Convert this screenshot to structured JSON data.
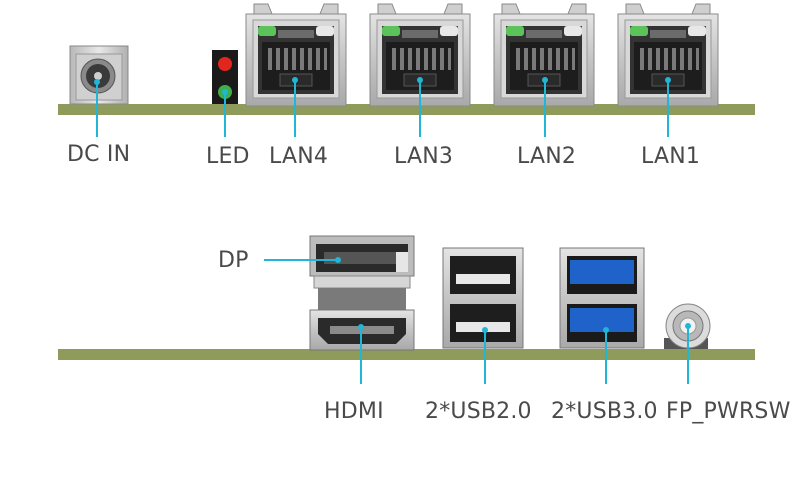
{
  "colors": {
    "board": "#8e9b5a",
    "leader": "#1fb6d8",
    "text": "#4a4a4a",
    "metal": "#c9c9c9",
    "usb3_blue": "#1f62c9",
    "led_red": "#e0261e",
    "led_green": "#3fae49"
  },
  "labels": {
    "dc_in": "DC IN",
    "led": "LED",
    "lan4": "LAN4",
    "lan3": "LAN3",
    "lan2": "LAN2",
    "lan1": "LAN1",
    "dp": "DP",
    "hdmi": "HDMI",
    "usb20": "2*USB2.0",
    "usb30": "2*USB3.0",
    "fp_pwrsw": "FP_PWRSW"
  },
  "icons": {
    "dc_jack": "dc-power-jack-icon",
    "led": "status-led-icon",
    "rj45": "rj45-lan-port-icon",
    "displayport": "displayport-connector-icon",
    "hdmi": "hdmi-connector-icon",
    "usb2": "usb2-double-port-icon",
    "usb3": "usb3-double-port-icon",
    "power_switch": "power-button-icon"
  }
}
